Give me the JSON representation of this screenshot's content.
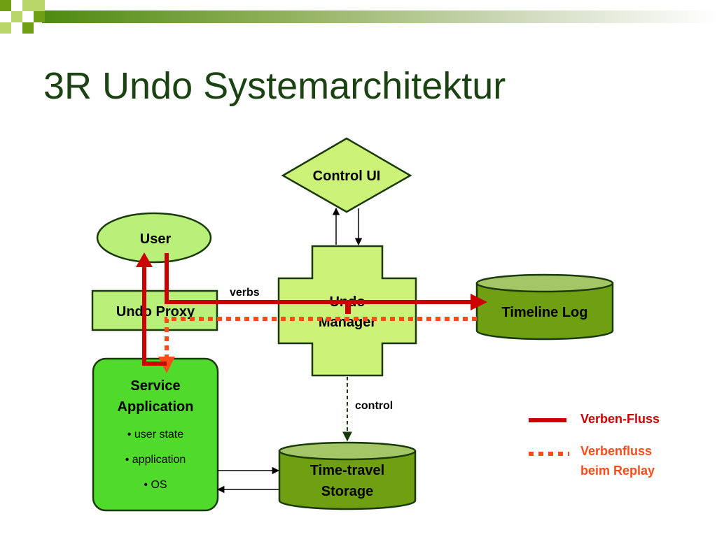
{
  "title": "3R Undo Systemarchitektur",
  "nodes": {
    "control_ui": "Control UI",
    "user": "User",
    "undo_proxy": "Undo Proxy",
    "undo_manager": [
      "Undo",
      "Manager"
    ],
    "timeline_log": "Timeline Log",
    "service_application": {
      "title": [
        "Service",
        "Application"
      ],
      "items": [
        "• user state",
        "• application",
        "• OS"
      ]
    },
    "time_travel_storage": [
      "Time-travel",
      "Storage"
    ]
  },
  "edges": {
    "verbs": "verbs",
    "control": "control"
  },
  "legend": {
    "verb_flow": "Verben-Fluss",
    "replay_flow": [
      "Verbenfluss",
      "beim Replay"
    ]
  },
  "colors": {
    "title": "#1a4212",
    "light_green": "#b9f07a",
    "node_green": "#ccf277",
    "mid_green": "#4fda2c",
    "olive": "#6ea012",
    "olive_top": "#a5c666",
    "dark_outline": "#1b3a0b",
    "verb_flow": "#cc0000",
    "replay_flow": "#ff4a1a"
  }
}
